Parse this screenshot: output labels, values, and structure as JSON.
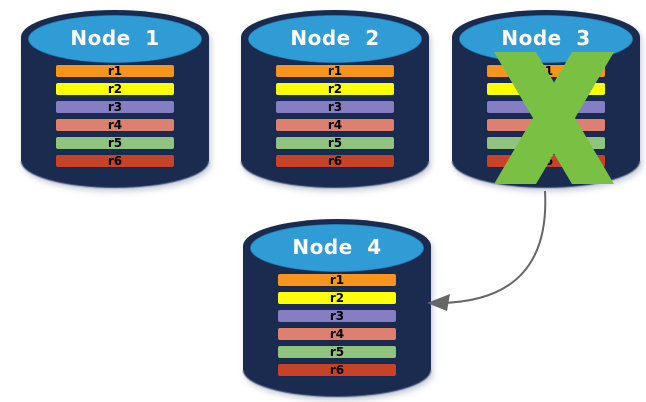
{
  "diagram": {
    "nodes": [
      {
        "title": "Node 1",
        "status": "active",
        "replicas": [
          {
            "label": "r1",
            "color": "#F7941D"
          },
          {
            "label": "r2",
            "color": "#FFFF00"
          },
          {
            "label": "r3",
            "color": "#867EC3"
          },
          {
            "label": "r4",
            "color": "#DD8070"
          },
          {
            "label": "r5",
            "color": "#90C37E"
          },
          {
            "label": "r6",
            "color": "#C74227"
          }
        ]
      },
      {
        "title": "Node 2",
        "status": "active",
        "replicas": [
          {
            "label": "r1",
            "color": "#F7941D"
          },
          {
            "label": "r2",
            "color": "#FFFF00"
          },
          {
            "label": "r3",
            "color": "#867EC3"
          },
          {
            "label": "r4",
            "color": "#DD8070"
          },
          {
            "label": "r5",
            "color": "#90C37E"
          },
          {
            "label": "r6",
            "color": "#C74227"
          }
        ]
      },
      {
        "title": "Node 3",
        "status": "failed",
        "replicas": [
          {
            "label": "r1",
            "color": "#F7941D"
          },
          {
            "label": "r2",
            "color": "#FFFF00"
          },
          {
            "label": "r3",
            "color": "#867EC3"
          },
          {
            "label": "r4",
            "color": "#DD8070"
          },
          {
            "label": "r5",
            "color": "#90C37E"
          },
          {
            "label": "r6",
            "color": "#C74227"
          }
        ]
      },
      {
        "title": "Node 4",
        "status": "active",
        "replicas": [
          {
            "label": "r1",
            "color": "#F7941D"
          },
          {
            "label": "r2",
            "color": "#FFFF00"
          },
          {
            "label": "r3",
            "color": "#867EC3"
          },
          {
            "label": "r4",
            "color": "#DD8070"
          },
          {
            "label": "r5",
            "color": "#90C37E"
          },
          {
            "label": "r6",
            "color": "#C74227"
          }
        ]
      }
    ],
    "arrow": {
      "from": "Node 3",
      "to": "Node 4"
    },
    "colors": {
      "background": "#FFFFFF",
      "cylinder_body": "#1B2B50",
      "cylinder_top": "#2F9CD6",
      "bar_border": "#16294E",
      "bar_text": "#000000",
      "title_text": "#FFFFFF",
      "failure_x": "#7AC143",
      "arrow": "#666666"
    }
  }
}
